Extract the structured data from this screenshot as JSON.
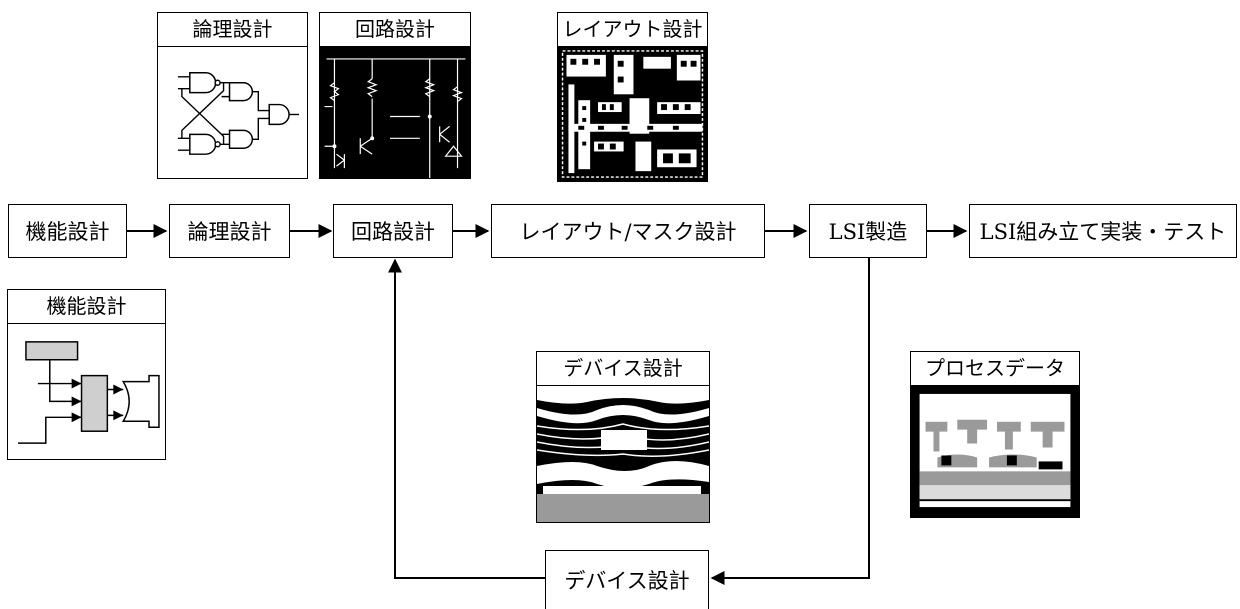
{
  "flow": {
    "functional_design": "機能設計",
    "logic_design": "論理設計",
    "circuit_design": "回路設計",
    "layout_mask_design": "レイアウト/マスク設計",
    "lsi_manufacturing": "LSI製造",
    "lsi_assembly_test": "LSI組み立て実装・テスト",
    "device_design": "デバイス設計"
  },
  "panels": {
    "logic": "論理設計",
    "circuit": "回路設計",
    "layout": "レイアウト設計",
    "functional": "機能設計",
    "device": "デバイス設計",
    "process": "プロセスデータ"
  }
}
